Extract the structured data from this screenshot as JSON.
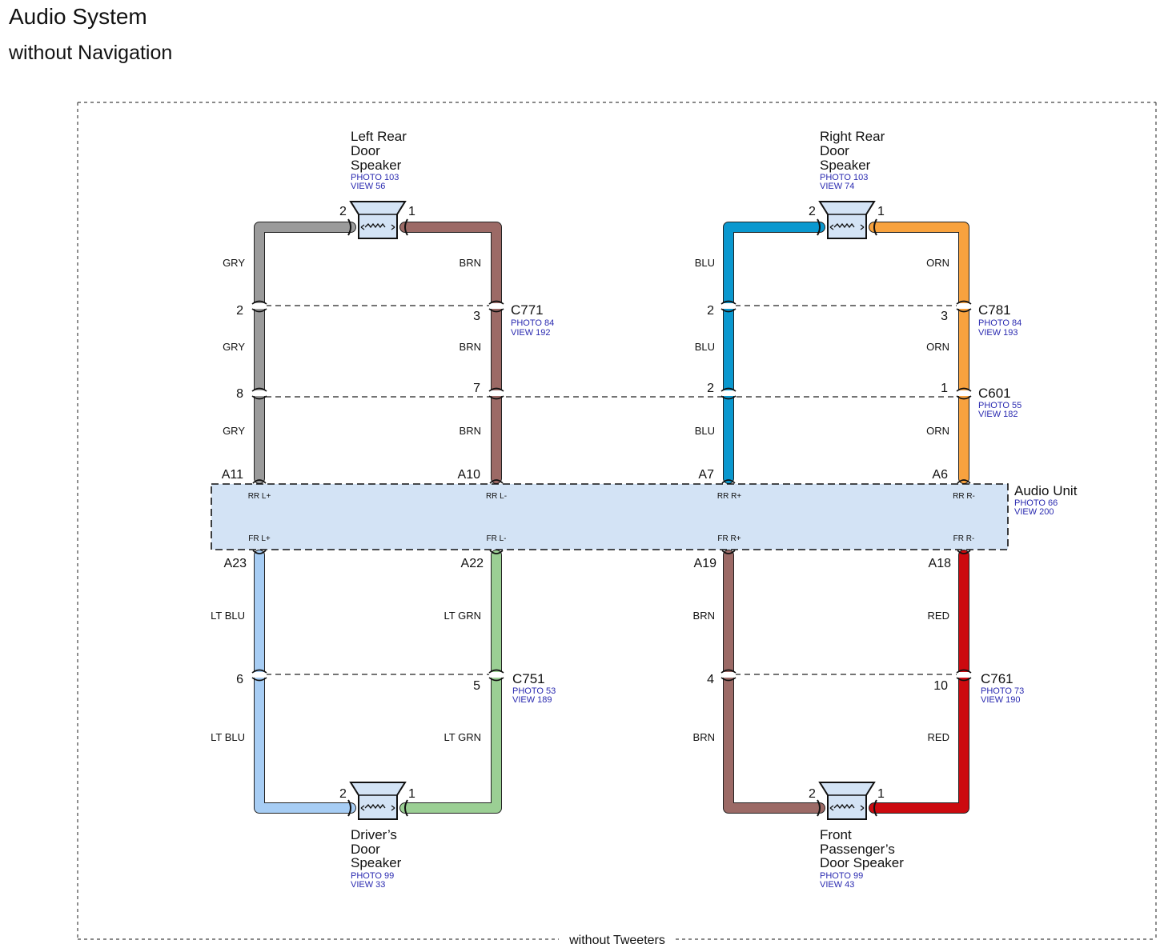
{
  "title": "Audio System",
  "subtitle": "without Navigation",
  "footer_label": "without Tweeters",
  "audio_unit": {
    "name": "Audio Unit",
    "photo": "PHOTO 66",
    "view": "VIEW 200",
    "fill_color": "#d3e3f5",
    "pins": [
      {
        "id": "A11",
        "function": "RR L+"
      },
      {
        "id": "A10",
        "function": "RR L-"
      },
      {
        "id": "A7",
        "function": "RR R+"
      },
      {
        "id": "A6",
        "function": "RR R-"
      },
      {
        "id": "A23",
        "function": "FR L+"
      },
      {
        "id": "A22",
        "function": "FR L-"
      },
      {
        "id": "A19",
        "function": "FR R+"
      },
      {
        "id": "A18",
        "function": "FR R-"
      }
    ]
  },
  "speakers": [
    {
      "key": "left-rear",
      "name": [
        "Left Rear",
        "Door",
        "Speaker"
      ],
      "photo": "PHOTO 103",
      "view": "VIEW 56",
      "pin_left": "2",
      "pin_right": "1"
    },
    {
      "key": "right-rear",
      "name": [
        "Right Rear",
        "Door",
        "Speaker"
      ],
      "photo": "PHOTO 103",
      "view": "VIEW 74",
      "pin_left": "2",
      "pin_right": "1"
    },
    {
      "key": "driver",
      "name": [
        "Driver’s",
        "Door",
        "Speaker"
      ],
      "photo": "PHOTO 99",
      "view": "VIEW 33",
      "pin_left": "2",
      "pin_right": "1"
    },
    {
      "key": "front-passenger",
      "name": [
        "Front",
        "Passenger’s",
        "Door Speaker"
      ],
      "photo": "PHOTO 99",
      "view": "VIEW 43",
      "pin_left": "2",
      "pin_right": "1"
    }
  ],
  "connectors": [
    {
      "id": "C771",
      "photo": "PHOTO 84",
      "view": "VIEW 192",
      "pins": [
        "2",
        "3"
      ]
    },
    {
      "id": "C781",
      "photo": "PHOTO 84",
      "view": "VIEW 193",
      "pins": [
        "2",
        "3"
      ]
    },
    {
      "id": "C601",
      "photo": "PHOTO 55",
      "view": "VIEW 182",
      "pins": [
        "8",
        "7",
        "2",
        "1"
      ]
    },
    {
      "id": "C751",
      "photo": "PHOTO 53",
      "view": "VIEW 189",
      "pins": [
        "6",
        "5"
      ]
    },
    {
      "id": "C761",
      "photo": "PHOTO 73",
      "view": "VIEW 190",
      "pins": [
        "4",
        "10"
      ]
    }
  ],
  "wires": [
    {
      "key": "rr-l-plus",
      "color_code": "GRY",
      "color": "#9b9b9b"
    },
    {
      "key": "rr-l-minus",
      "color_code": "BRN",
      "color": "#9c6a66"
    },
    {
      "key": "rr-r-plus",
      "color_code": "BLU",
      "color": "#0a98cf"
    },
    {
      "key": "rr-r-minus",
      "color_code": "ORN",
      "color": "#f8a23e"
    },
    {
      "key": "fr-l-plus",
      "color_code": "LT BLU",
      "color": "#a7cdf4"
    },
    {
      "key": "fr-l-minus",
      "color_code": "LT GRN",
      "color": "#9bcf94"
    },
    {
      "key": "fr-r-plus",
      "color_code": "BRN",
      "color": "#9c6a66"
    },
    {
      "key": "fr-r-minus",
      "color_code": "RED",
      "color": "#cc0a0f"
    }
  ]
}
